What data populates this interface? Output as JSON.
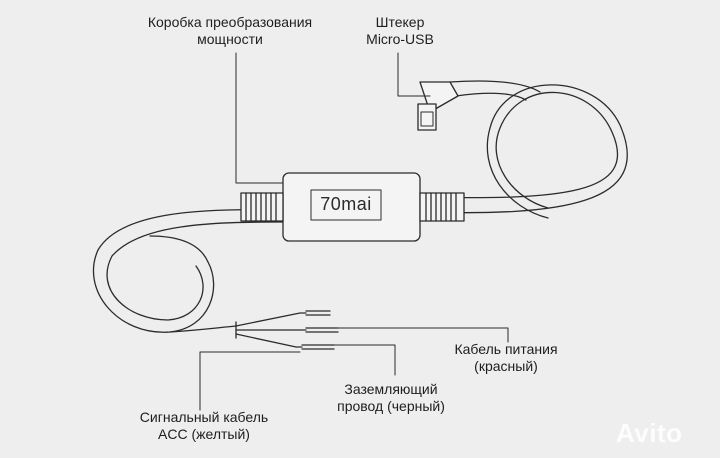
{
  "colors": {
    "background": "#eeeeee",
    "line": "#2b2b2b",
    "text": "#1e1e1e"
  },
  "brand_logo": "70mai",
  "labels": {
    "power_box": [
      "Коробка преобразования",
      "мощности"
    ],
    "micro_usb": [
      "Штекер",
      "Micro-USB"
    ],
    "power_cable": [
      "Кабель питания",
      "(красный)"
    ],
    "ground_wire": [
      "Заземляющий",
      "провод (черный)"
    ],
    "signal_cable": [
      "Сигнальный кабель",
      "ACC (желтый)"
    ]
  },
  "watermark": "Avito"
}
